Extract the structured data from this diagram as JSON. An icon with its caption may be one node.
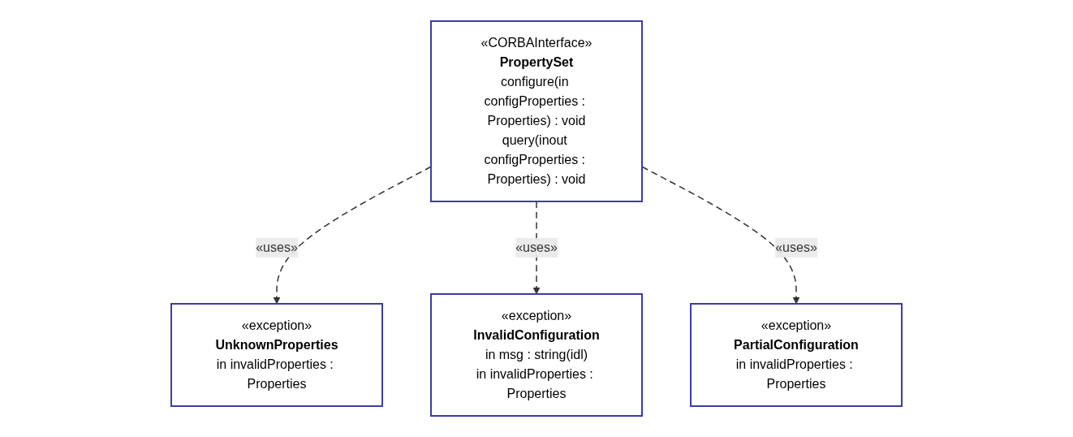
{
  "diagram": {
    "nodes": [
      {
        "text": [
          "«CORBAInterface»",
          "PropertySet",
          "configure(in configProperties : Properties) : void",
          "query(inout configProperties : Properties) : void"
        ]
      },
      {
        "text": [
          "«exception»",
          "UnknownProperties",
          "in invalidProperties : Properties"
        ]
      },
      {
        "text": [
          "«exception»",
          "InvalidConfiguration",
          "in msg : string(idl)",
          "in invalidProperties : Properties"
        ]
      },
      {
        "text": [
          "«exception»",
          "PartialConfiguration",
          "in invalidProperties : Properties"
        ]
      }
    ],
    "edges": [
      {
        "from": 0,
        "to": 1,
        "arrow": "to",
        "label": "«uses»",
        "style": "dashed"
      },
      {
        "from": 0,
        "to": 2,
        "arrow": "to",
        "label": "«uses»",
        "style": "dashed"
      },
      {
        "from": 0,
        "to": 3,
        "arrow": "to",
        "label": "«uses»",
        "style": "dashed"
      }
    ]
  }
}
